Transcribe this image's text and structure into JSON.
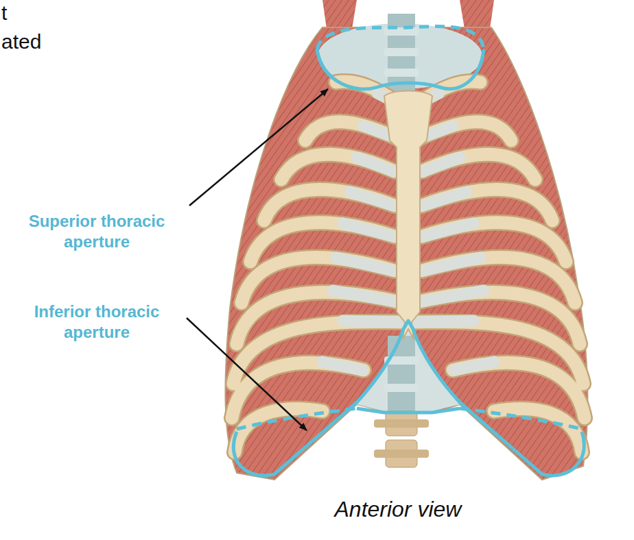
{
  "diagram": {
    "caption": "Anterior view",
    "labels": [
      "t",
      "ated",
      "Superior thoracic aperture",
      "Inferior thoracic aperture"
    ]
  }
}
